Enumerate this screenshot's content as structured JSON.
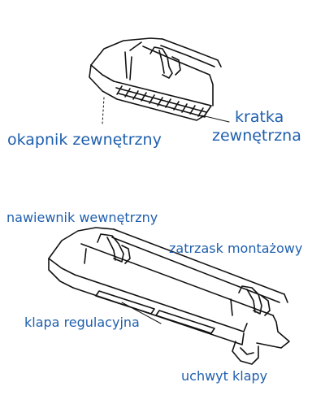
{
  "labels": {
    "outer_drip": "okapnik zewnętrzny",
    "outer_grille_line1": "kratka",
    "outer_grille_line2": "zewnętrzna",
    "inner_vent": "nawiewnik wewnętrzny",
    "mounting_clip": "zatrzask montażowy",
    "regulating_flap": "klapa regulacyjna",
    "flap_handle": "uchwyt klapy"
  },
  "colors": {
    "label_text": "#1f5fad",
    "line_art": "#111111"
  }
}
